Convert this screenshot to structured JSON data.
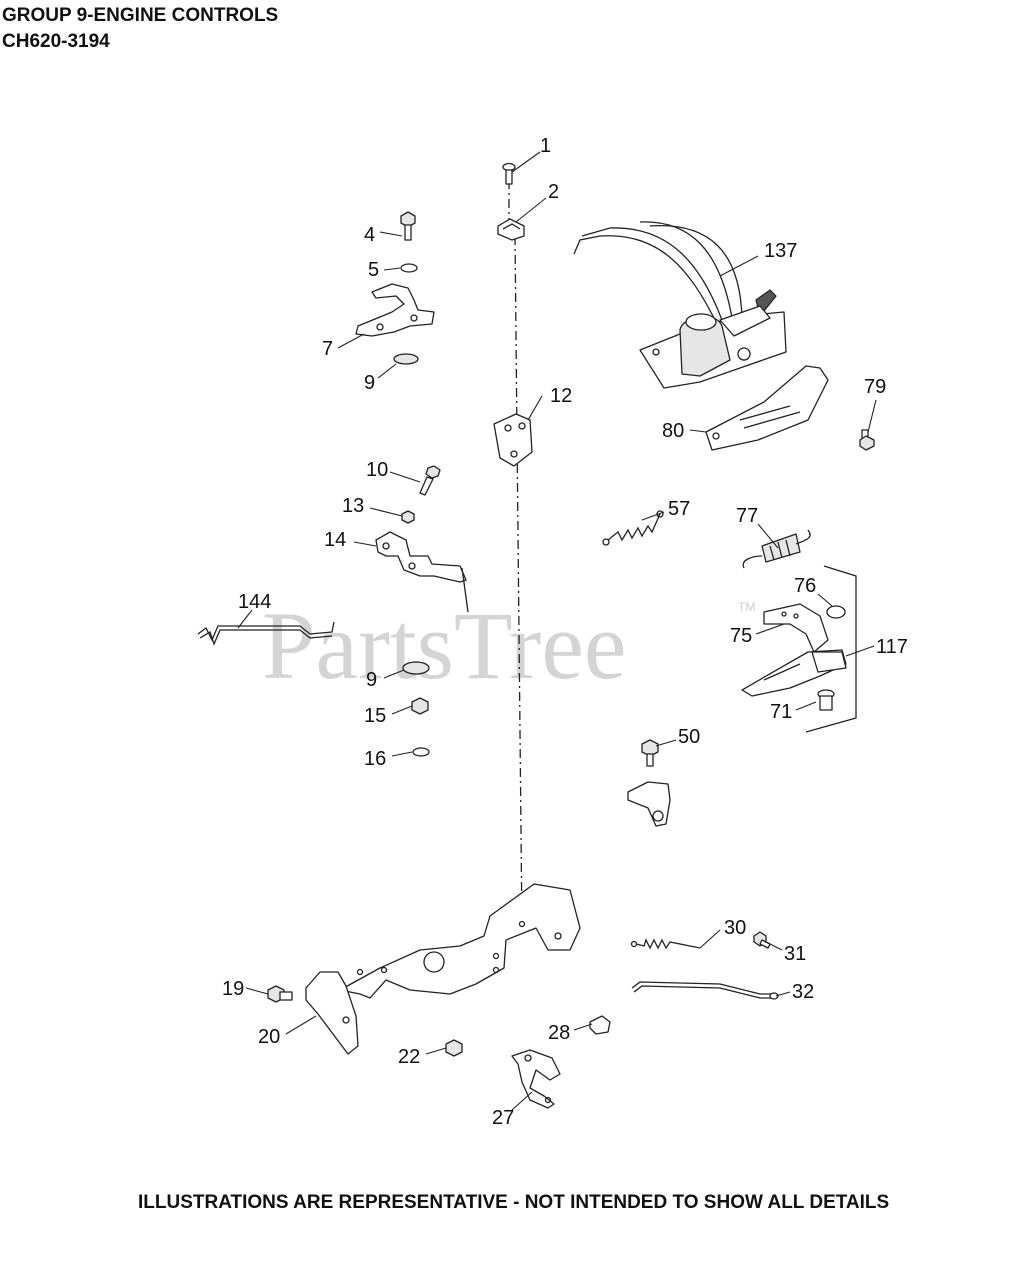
{
  "header": {
    "title": "GROUP 9-ENGINE CONTROLS",
    "model": "CH620-3194"
  },
  "footer": {
    "note": "ILLUSTRATIONS ARE REPRESENTATIVE - NOT INTENDED TO SHOW ALL DETAILS"
  },
  "watermark": {
    "text": "PartsTree",
    "tm": "TM"
  },
  "callouts": {
    "c1": "1",
    "c2": "2",
    "c4": "4",
    "c5": "5",
    "c7": "7",
    "c9a": "9",
    "c9b": "9",
    "c10": "10",
    "c12": "12",
    "c13": "13",
    "c14": "14",
    "c15": "15",
    "c16": "16",
    "c19": "19",
    "c20": "20",
    "c22": "22",
    "c27": "27",
    "c28": "28",
    "c30": "30",
    "c31": "31",
    "c32": "32",
    "c50": "50",
    "c57": "57",
    "c71": "71",
    "c75": "75",
    "c76": "76",
    "c77": "77",
    "c79": "79",
    "c80": "80",
    "c117": "117",
    "c137": "137",
    "c144": "144"
  }
}
